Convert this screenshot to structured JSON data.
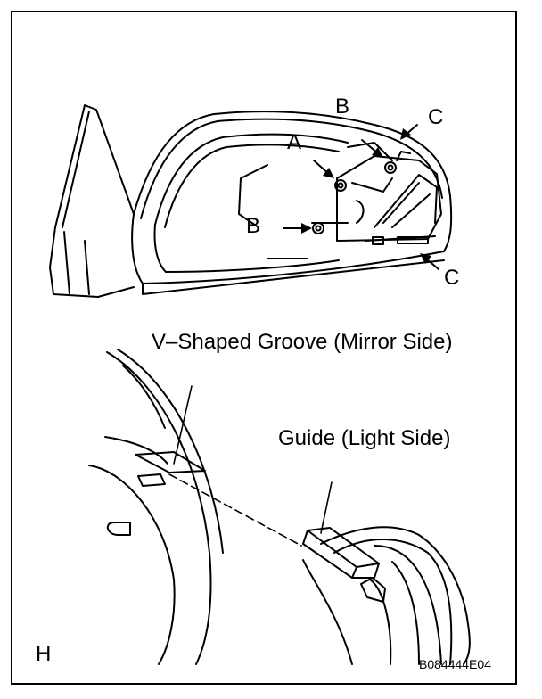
{
  "figure": {
    "callouts": {
      "a": "A",
      "b_top": "B",
      "b_left": "B",
      "c_top": "C",
      "c_bottom": "C"
    },
    "groove_label": "V–Shaped Groove (Mirror Side)",
    "guide_label": "Guide (Light Side)",
    "view_letter": "H",
    "figure_code": "B084444E04"
  },
  "colors": {
    "ink": "#000000",
    "paper": "#ffffff"
  }
}
